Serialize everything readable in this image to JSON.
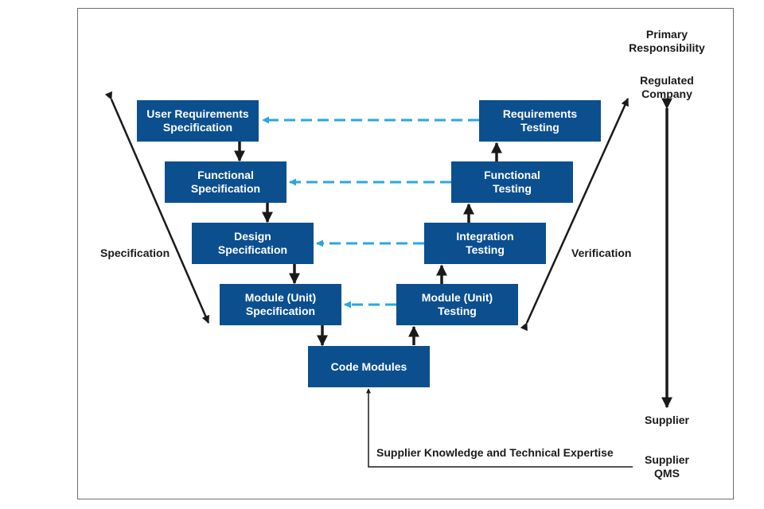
{
  "colors": {
    "box_fill": "#0b4f8f",
    "box_text": "#ffffff",
    "trace_link": "#29a8e0",
    "arrow": "#1a1a1a",
    "label_text": "#1a1a1a"
  },
  "diagram": {
    "nodes": [
      {
        "id": "user-req-spec",
        "label": "User Requirements\nSpecification"
      },
      {
        "id": "functional-spec",
        "label": "Functional\nSpecification"
      },
      {
        "id": "design-spec",
        "label": "Design\nSpecification"
      },
      {
        "id": "module-spec",
        "label": "Module (Unit)\nSpecification"
      },
      {
        "id": "code-modules",
        "label": "Code Modules"
      },
      {
        "id": "module-testing",
        "label": "Module (Unit)\nTesting"
      },
      {
        "id": "integration-testing",
        "label": "Integration\nTesting"
      },
      {
        "id": "functional-testing",
        "label": "Functional\nTesting"
      },
      {
        "id": "requirements-testing",
        "label": "Requirements\nTesting"
      }
    ],
    "edges": [
      {
        "from": "user-req-spec",
        "to": "functional-spec",
        "style": "solid"
      },
      {
        "from": "functional-spec",
        "to": "design-spec",
        "style": "solid"
      },
      {
        "from": "design-spec",
        "to": "module-spec",
        "style": "solid"
      },
      {
        "from": "module-spec",
        "to": "code-modules",
        "style": "solid"
      },
      {
        "from": "code-modules",
        "to": "module-testing",
        "style": "solid"
      },
      {
        "from": "module-testing",
        "to": "integration-testing",
        "style": "solid"
      },
      {
        "from": "integration-testing",
        "to": "functional-testing",
        "style": "solid"
      },
      {
        "from": "functional-testing",
        "to": "requirements-testing",
        "style": "solid"
      },
      {
        "from": "requirements-testing",
        "to": "user-req-spec",
        "style": "dashed"
      },
      {
        "from": "functional-testing",
        "to": "functional-spec",
        "style": "dashed"
      },
      {
        "from": "integration-testing",
        "to": "design-spec",
        "style": "dashed"
      },
      {
        "from": "module-testing",
        "to": "module-spec",
        "style": "dashed"
      }
    ],
    "labels": {
      "specification": "Specification",
      "verification": "Verification",
      "primary_responsibility": "Primary\nResponsibility",
      "regulated_company": "Regulated\nCompany",
      "supplier": "Supplier",
      "supplier_knowledge": "Supplier Knowledge and Technical Expertise",
      "supplier_qms": "Supplier\nQMS"
    }
  }
}
